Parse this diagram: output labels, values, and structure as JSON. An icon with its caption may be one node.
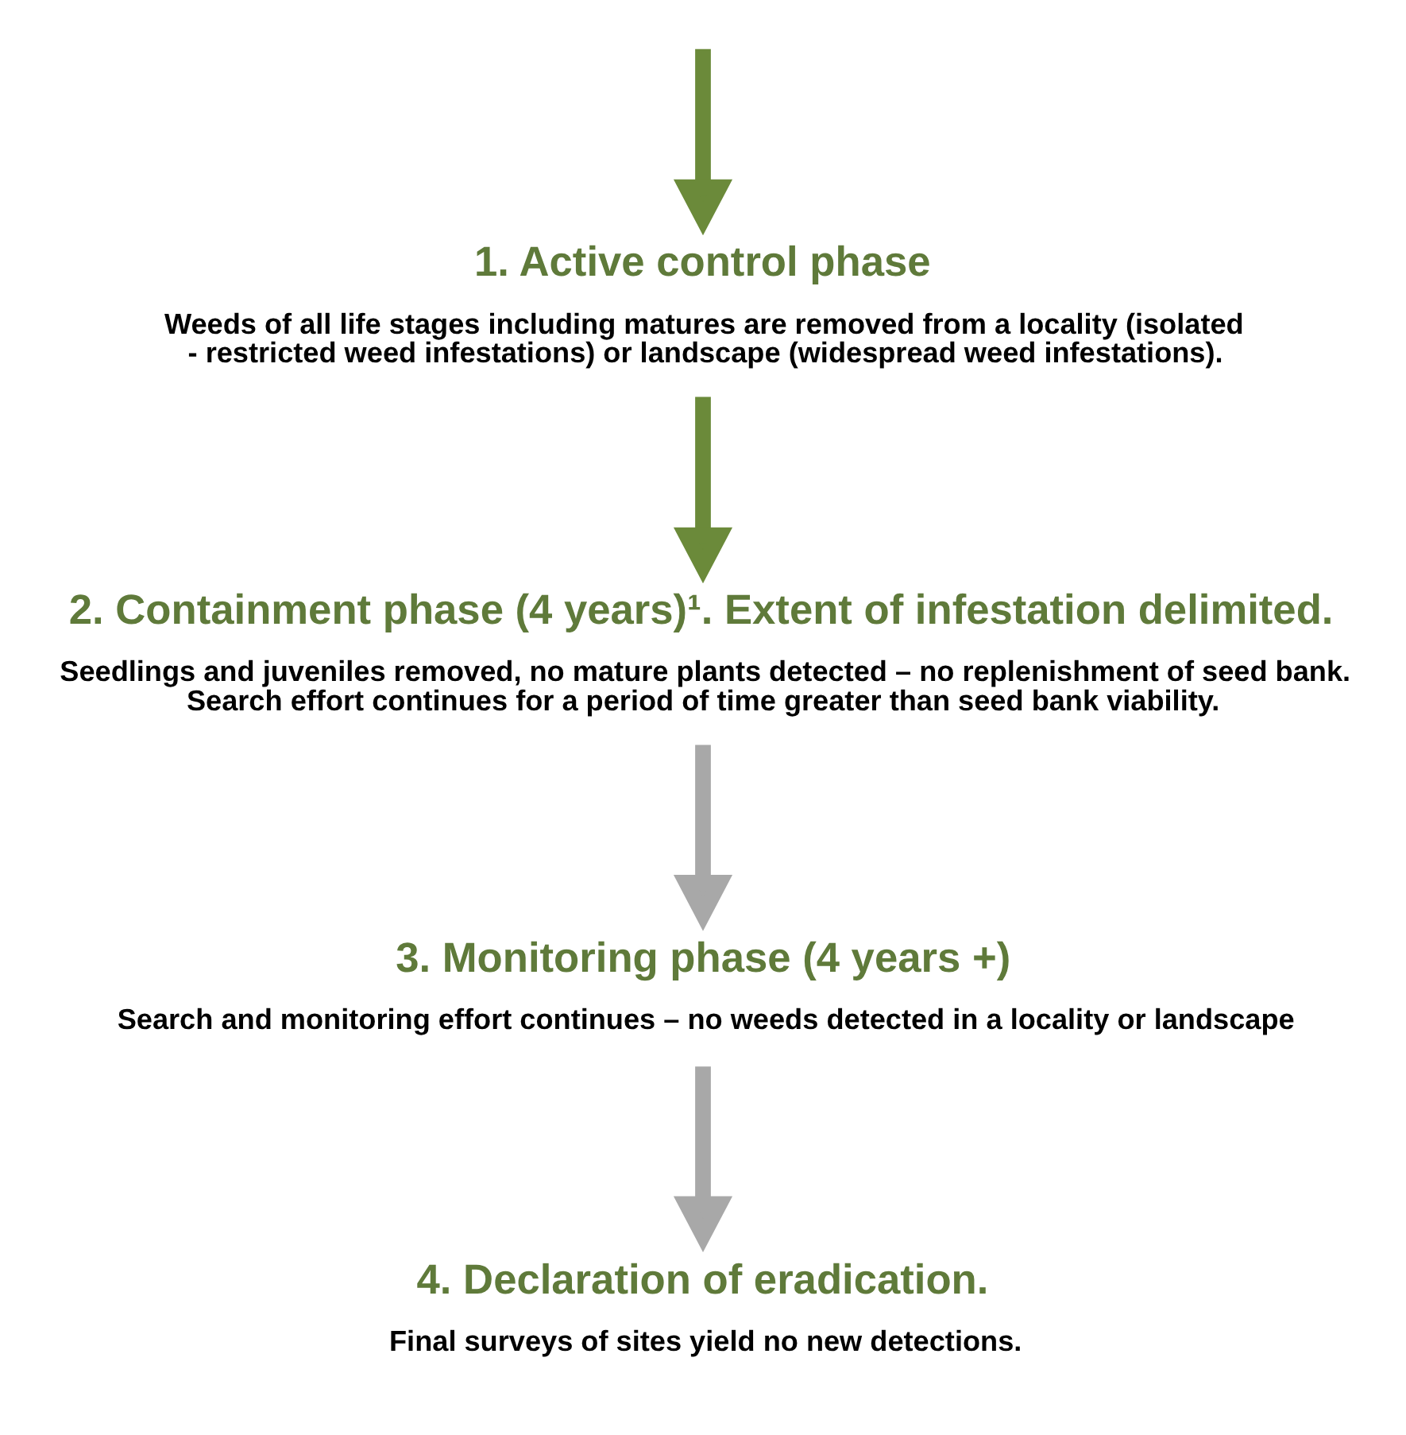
{
  "diagram": {
    "nodes": [
      {
        "text": [
          "1. Active control phase",
          "Weeds of all life stages including matures are removed from a locality (isolated - restricted weed infestations) or landscape (widespread weed infestations)."
        ]
      },
      {
        "text": [
          "2. Containment phase (4 years)¹. Extent of infestation delimited.",
          "Seedlings and juveniles removed, no mature plants detected – no replenishment of seed bank. Search effort continues for a period of time greater than seed bank viability."
        ]
      },
      {
        "text": [
          "3. Monitoring phase (4 years +)",
          "Search and monitoring effort continues – no weeds detected in a locality or landscape"
        ]
      },
      {
        "text": [
          "4. Declaration of eradication.",
          "Final surveys of sites yield no new detections."
        ]
      }
    ],
    "edges": [
      {
        "from": null,
        "to": 0,
        "arrow": "to"
      },
      {
        "from": 0,
        "to": 1,
        "arrow": "to"
      },
      {
        "from": 1,
        "to": 2,
        "arrow": "to",
        "color": "#a8a8a8"
      },
      {
        "from": 2,
        "to": 3,
        "arrow": "to",
        "color": "#a8a8a8"
      }
    ]
  }
}
